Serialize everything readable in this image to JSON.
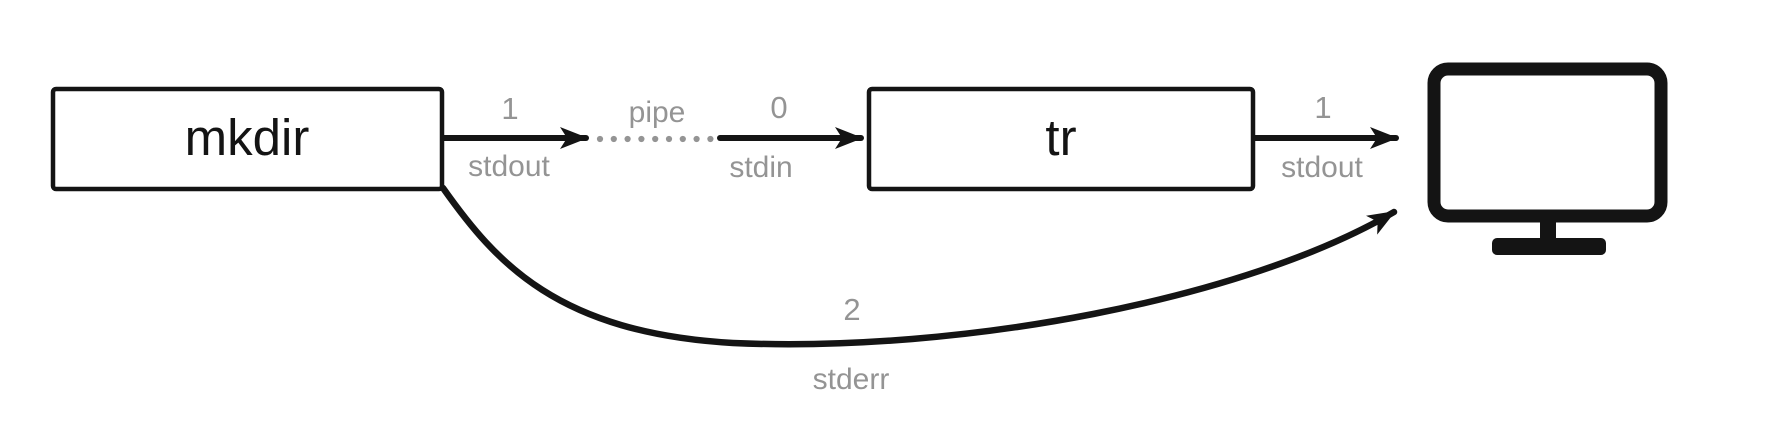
{
  "colors": {
    "ink": "#141414",
    "muted": "#949494",
    "background": "#ffffff"
  },
  "nodes": {
    "source": {
      "label": "mkdir"
    },
    "filter": {
      "label": "tr"
    },
    "display": {
      "icon": "monitor-icon"
    }
  },
  "edges": {
    "source_stdout": {
      "fd": "1",
      "stream": "stdout"
    },
    "pipe": {
      "label": "pipe"
    },
    "filter_stdin": {
      "fd": "0",
      "stream": "stdin"
    },
    "filter_stdout": {
      "fd": "1",
      "stream": "stdout"
    },
    "source_stderr": {
      "fd": "2",
      "stream": "stderr"
    }
  }
}
